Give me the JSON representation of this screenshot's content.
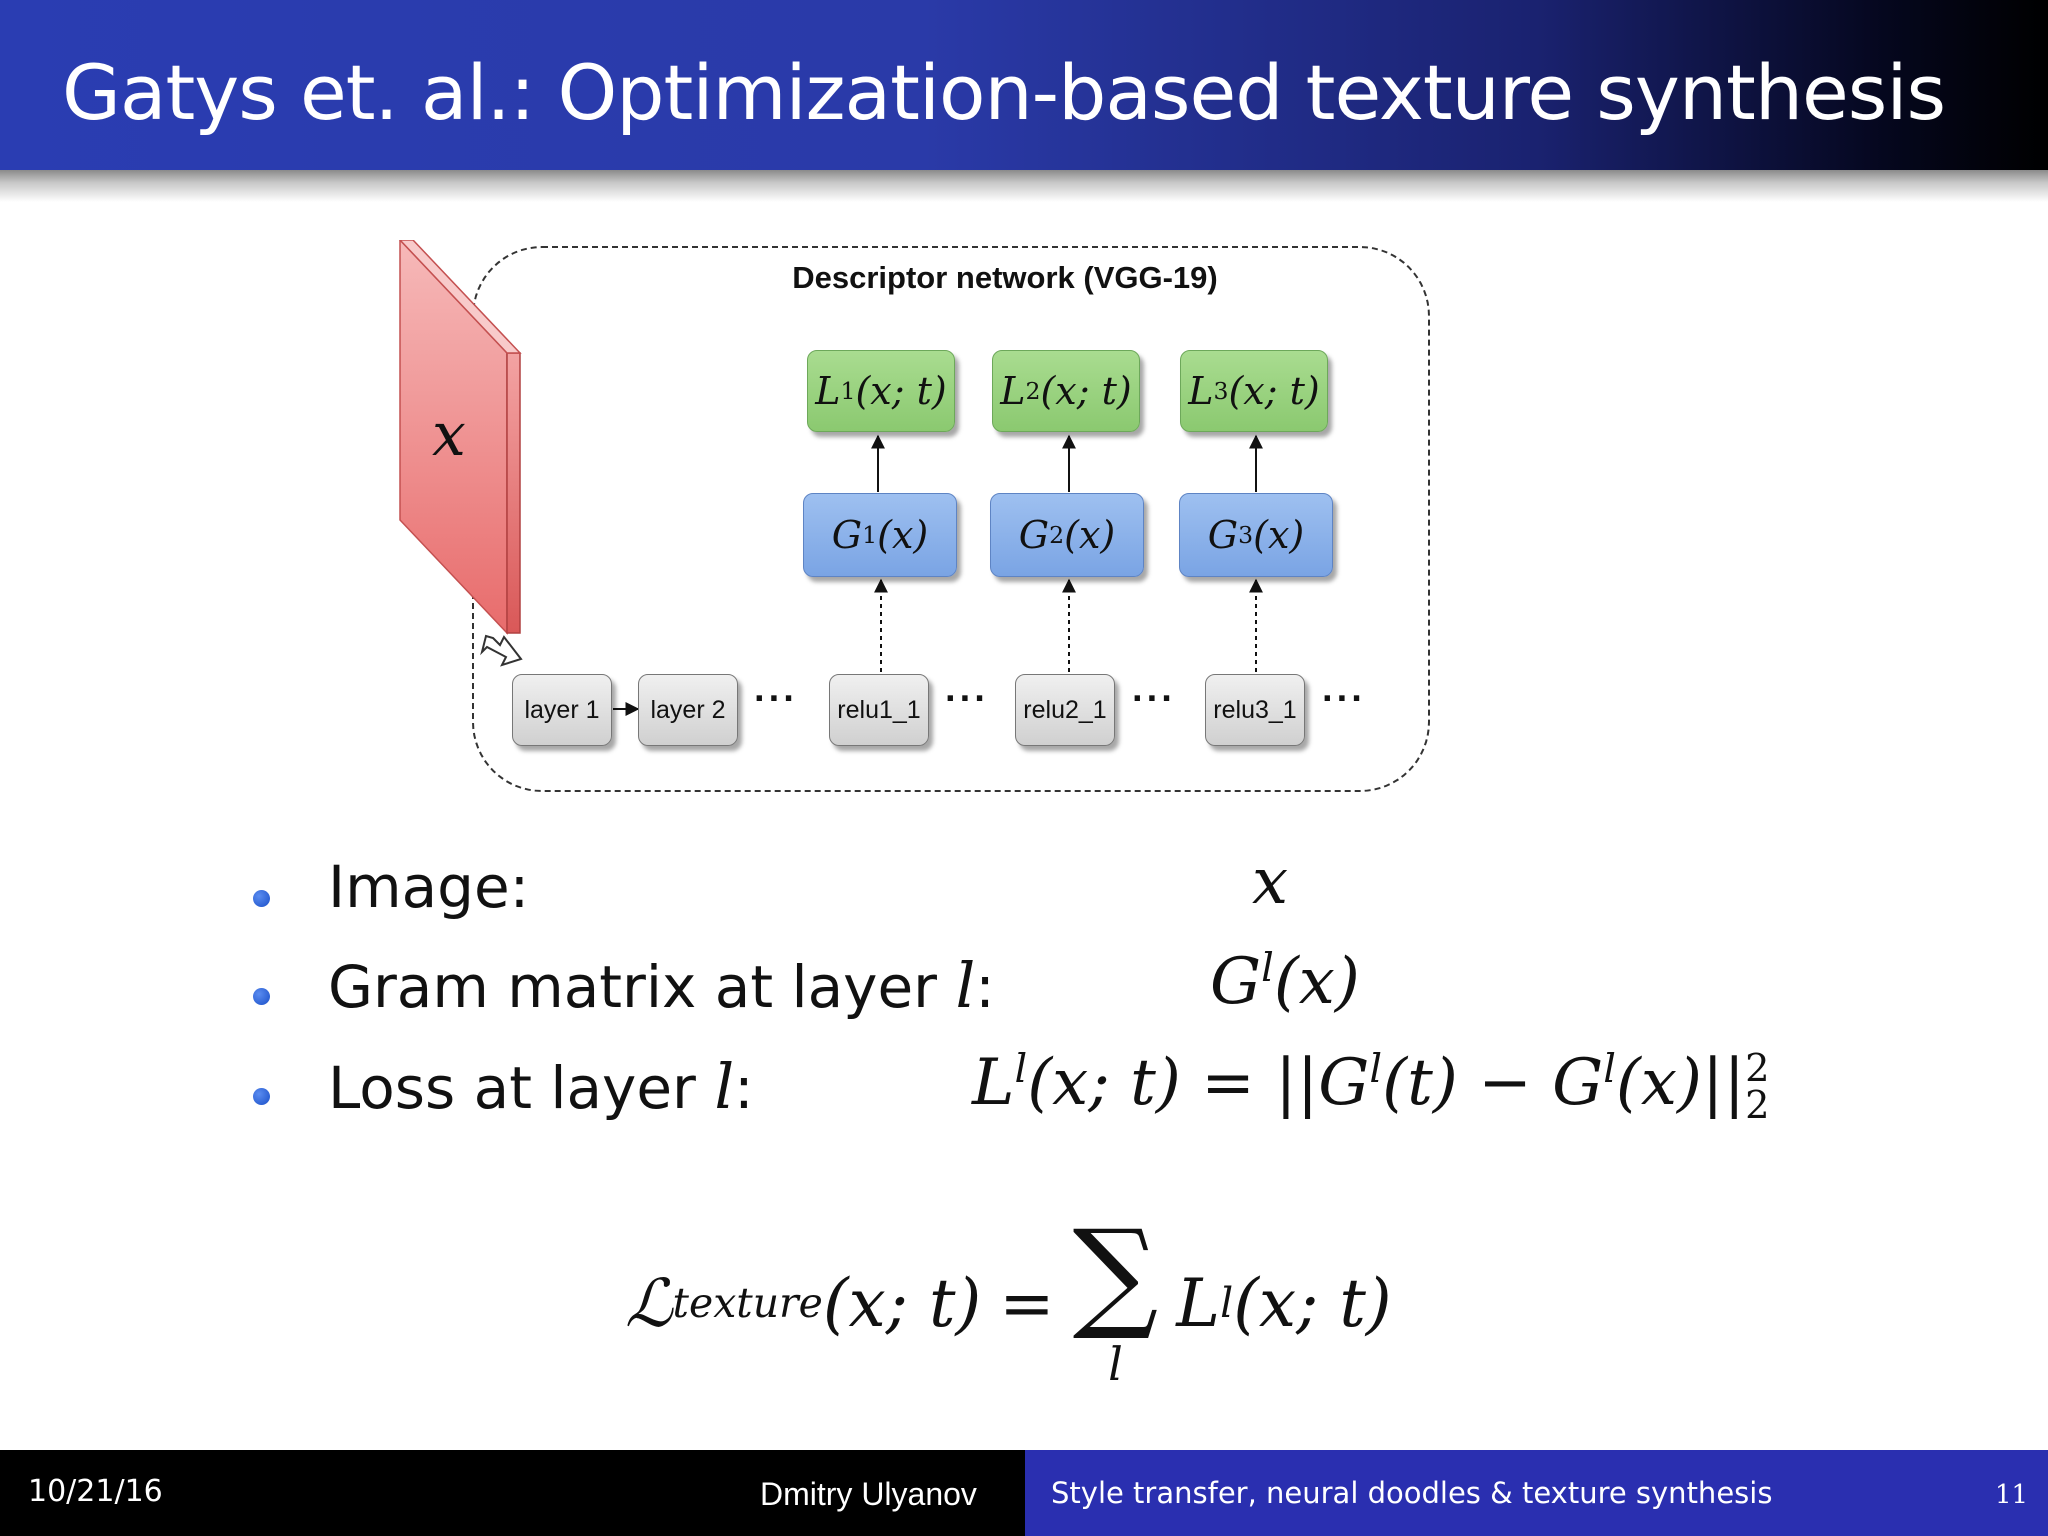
{
  "slide": {
    "title": "Gatys et. al.: Optimization-based texture synthesis"
  },
  "diagram": {
    "network_title": "Descriptor network (VGG-19)",
    "input_label": "x",
    "loss_boxes": [
      {
        "base": "L",
        "sup": "1",
        "args": "(x; t)"
      },
      {
        "base": "L",
        "sup": "2",
        "args": "(x; t)"
      },
      {
        "base": "L",
        "sup": "3",
        "args": "(x; t)"
      }
    ],
    "gram_boxes": [
      {
        "base": "G",
        "sup": "1",
        "args": "(x)"
      },
      {
        "base": "G",
        "sup": "2",
        "args": "(x)"
      },
      {
        "base": "G",
        "sup": "3",
        "args": "(x)"
      }
    ],
    "layers": [
      "layer 1",
      "layer 2",
      "relu1_1",
      "relu2_1",
      "relu3_1"
    ],
    "ellipsis": "···"
  },
  "bullets": [
    {
      "label": "Image:",
      "label_var": ""
    },
    {
      "label": "Gram matrix at layer ",
      "label_var": "l",
      "label_suffix": ":"
    },
    {
      "label": "Loss at layer ",
      "label_var": "l",
      "label_suffix": ":"
    }
  ],
  "formulas": {
    "image": "x",
    "gram": {
      "base": "G",
      "sup": "l",
      "args": "(x)"
    },
    "loss": {
      "lhs_base": "L",
      "lhs_sup": "l",
      "lhs_args": "(x; t)",
      "eq": "=",
      "norm_open": "||",
      "g1_base": "G",
      "g1_sup": "l",
      "g1_args": "(t)",
      "minus": "−",
      "g2_base": "G",
      "g2_sup": "l",
      "g2_args": "(x)",
      "norm_close": "||",
      "norm_sup": "2",
      "norm_sub": "2"
    },
    "texture": {
      "lhs_base": "ℒ",
      "lhs_sub": "texture",
      "lhs_args": "(x; t)",
      "eq": "=",
      "sum": "∑",
      "sum_index": "l",
      "rhs_base": "L",
      "rhs_sup": "l",
      "rhs_args": "(x; t)"
    }
  },
  "footer": {
    "date": "10/21/16",
    "author": "Dmitry Ulyanov",
    "topic": "Style transfer, neural doodles & texture synthesis",
    "page_number": "11"
  },
  "colors": {
    "title_bar": "#2a3db2",
    "loss_box": "#98d07c",
    "gram_box": "#86aee8",
    "input_slab": "#ef7f7f",
    "footer_right": "#2a2fb0"
  }
}
